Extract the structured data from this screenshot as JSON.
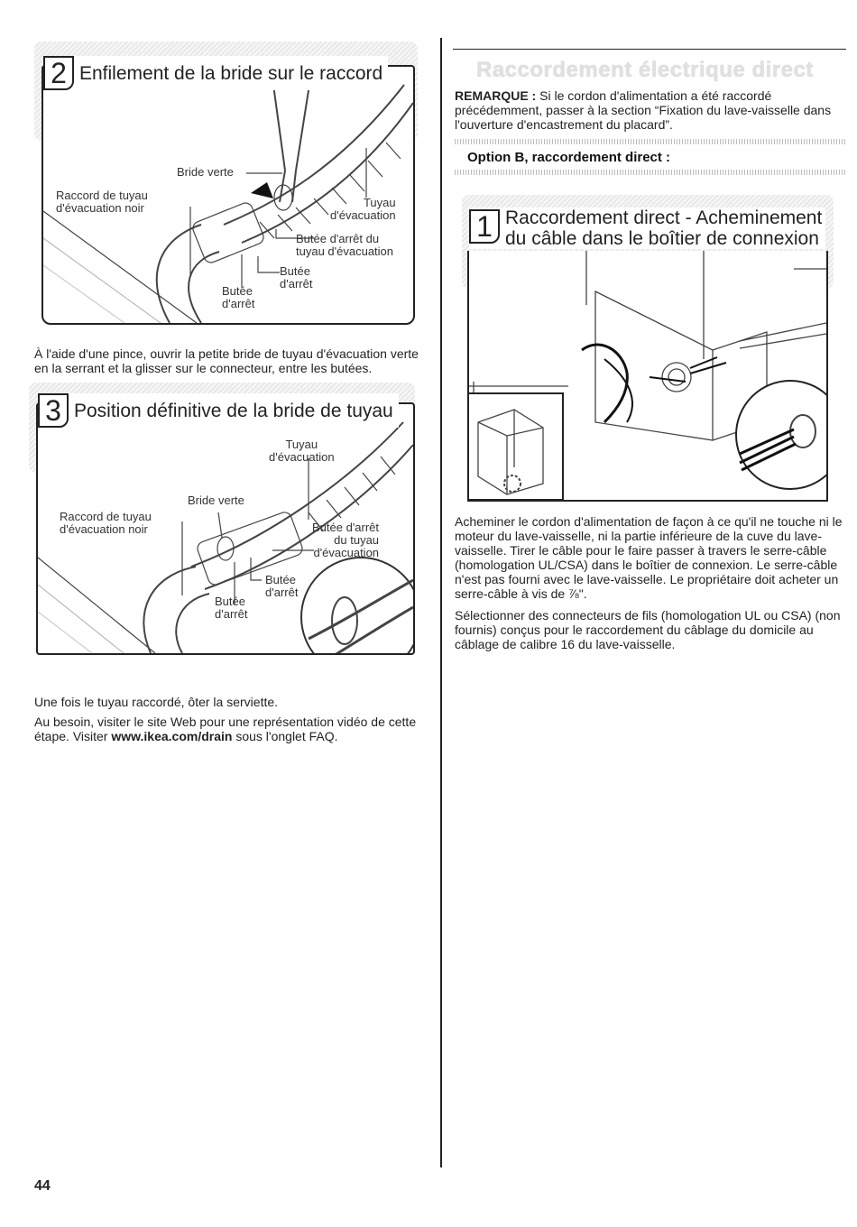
{
  "step2": {
    "number": "2",
    "title": "Enfilement de la bride sur le raccord",
    "labels": {
      "bride_verte": "Bride verte",
      "raccord": "Raccord de tuyau\nd'évacuation noir",
      "tuyau": "Tuyau\nd'évacuation",
      "butee_tuyau": "Butée d'arrêt du\ntuyau d'évacuation",
      "butee_right": "Butée\nd'arrêt",
      "butee_left": "Butée\nd'arrêt"
    },
    "caption": "À l'aide d'une pince, ouvrir la petite bride de tuyau d'évacuation verte en la serrant et la glisser sur le connecteur, entre les butées."
  },
  "step3": {
    "number": "3",
    "title": "Position définitive de la bride de tuyau",
    "labels": {
      "tuyau": "Tuyau\nd'évacuation",
      "bride_verte": "Bride verte",
      "raccord": "Raccord de tuyau\nd'évacuation noir",
      "butee_tuyau": "Butée d'arrêt\ndu tuyau\nd'évacuation",
      "butee_right": "Butée\nd'arrêt",
      "butee_left": "Butée\nd'arrêt"
    },
    "caption1": "Une fois le tuyau raccordé, ôter la serviette.",
    "caption2_pre": "Au besoin, visiter le site Web pour une représentation vidéo de cette étape. Visiter ",
    "caption2_link": "www.ikea.com/drain",
    "caption2_post": " sous l'onglet FAQ."
  },
  "right": {
    "section_title": "Raccordement électrique direct",
    "remarque_label": "REMARQUE :",
    "remarque_text": " Si le cordon d'alimentation a été raccordé précédemment, passer à la section “Fixation du lave-vaisselle dans l'ouverture d'encastrement du placard”.",
    "option_title": "Option B, raccordement direct :",
    "step1": {
      "number": "1",
      "title_line1": "Raccordement direct - Acheminement",
      "title_line2": "du câble dans le boîtier de connexion"
    },
    "para1": "Acheminer le cordon d'alimentation de façon à ce qu'il ne touche ni le moteur du lave-vaisselle, ni la partie inférieure de la cuve du lave-vaisselle. Tirer le câble pour le faire passer à travers le serre-câble (homologation UL/CSA) dans le boîtier de connexion. Le serre-câble n'est pas fourni avec le lave-vaisselle. Le propriétaire doit acheter un serre-câble à vis de ⅞\".",
    "para2": "Sélectionner des connecteurs de fils (homologation UL ou CSA) (non fournis) conçus pour le raccordement du câblage du domicile au câblage de calibre 16 du lave-vaisselle."
  },
  "page_number": "44"
}
